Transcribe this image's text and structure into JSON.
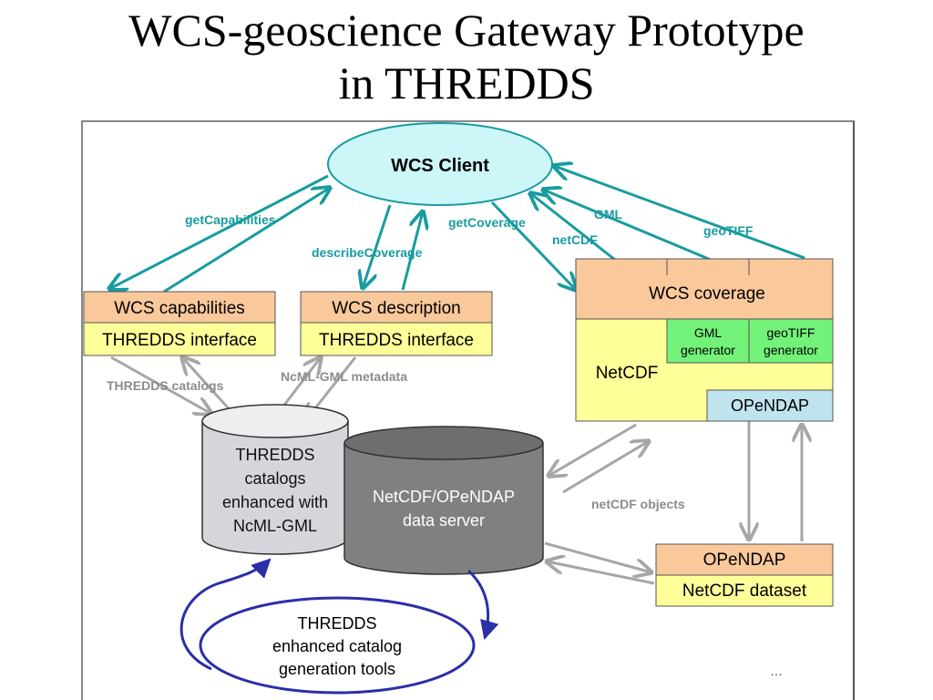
{
  "slide": {
    "title_line1": "WCS-geoscience Gateway Prototype",
    "title_line2": "in THREDDS"
  },
  "client": {
    "label": "WCS Client"
  },
  "capabilities_box": {
    "top": "WCS capabilities",
    "bottom": "THREDDS interface"
  },
  "description_box": {
    "top": "WCS description",
    "bottom": "THREDDS interface"
  },
  "coverage_box": {
    "title": "WCS coverage",
    "gml_line1": "GML",
    "gml_line2": "generator",
    "geotiff_line1": "geoTIFF",
    "geotiff_line2": "generator",
    "netcdf": "NetCDF",
    "opendap": "OPeNDAP"
  },
  "catalog_db": {
    "lines": [
      "THREDDS",
      "catalogs",
      "enhanced with",
      "NcML-GML"
    ]
  },
  "server_db": {
    "lines": [
      "NetCDF/OPeNDAP",
      "data server"
    ]
  },
  "dataset_box": {
    "top": "OPeNDAP",
    "bottom": "NetCDF dataset"
  },
  "tools": {
    "lines": [
      "THREDDS",
      "enhanced catalog",
      "generation tools"
    ]
  },
  "labels": {
    "getcapabilities": "getCapabilities",
    "describecoverage": "describeCoverage",
    "getcoverage": "getCoverage",
    "gml": "GML",
    "netcdf": "netCDF",
    "geotiff": "geoTIFF",
    "thredds_catalogs": "THREDDS catalogs",
    "ncml_metadata": "NcML-GML metadata",
    "netcdf_objects": "netCDF objects"
  },
  "footer": {
    "ellipsis": "…"
  },
  "colors": {
    "teal": "#179ca0",
    "gray_arrow": "#a6a6a6",
    "blue_loop": "#2b2fa8",
    "orange_box": "#f9c89b",
    "yellow_box": "#ffff99",
    "green_box": "#73f27a",
    "light_blue_box": "#bfe4ee",
    "client_fill": "#cdf6f8"
  }
}
